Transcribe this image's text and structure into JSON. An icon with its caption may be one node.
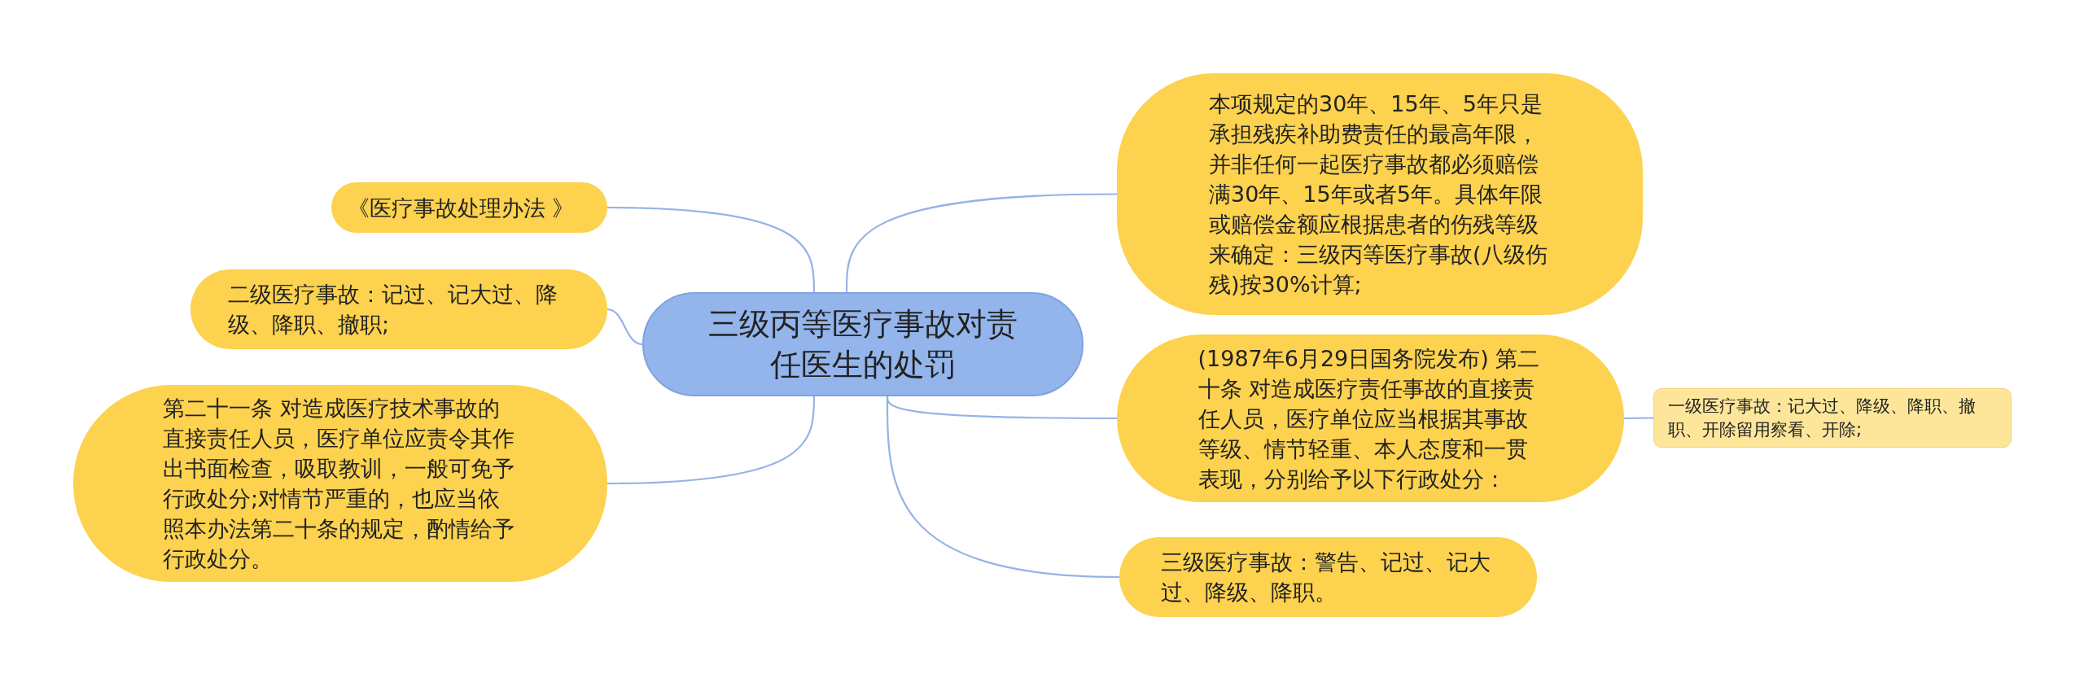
{
  "diagram": {
    "nodes": [
      {
        "text": [
          "三级丙等医疗事故对责任医生的处罚"
        ]
      },
      {
        "text": [
          "《医疗事故处理办法 》"
        ]
      },
      {
        "text": [
          "二级医疗事故：记过、记大过、降级、降职、撤职;"
        ]
      },
      {
        "text": [
          "第二十一条 对造成医疗技术事故的直接责任人员，医疗单位应责令其作出书面检查，吸取教训，一般可免予行政处分;对情节严重的，也应当依照本办法第二十条的规定，酌情给予行政处分。"
        ]
      },
      {
        "text": [
          "本项规定的30年、15年、5年只是承担残疾补助费责任的最高年限，并非任何一起医疗事故都必须赔偿满30年、15年或者5年。具体年限或赔偿金额应根据患者的伤残等级来确定：三级丙等医疗事故(八级伤残)按30%计算;"
        ]
      },
      {
        "text": [
          "(1987年6月29日国务院发布) 第二十条 对造成医疗责任事故的直接责任人员，医疗单位应当根据其事故等级、情节轻重、本人态度和一贯表现，分别给予以下行政处分："
        ]
      },
      {
        "text": [
          "一级医疗事故：记大过、降级、降职、撤职、开除留用察看、开除;"
        ]
      },
      {
        "text": [
          "三级医疗事故：警告、记过、记大过、降级、降职。"
        ]
      }
    ],
    "edges": [
      {
        "from": 0,
        "to": 1,
        "arrow": "none"
      },
      {
        "from": 0,
        "to": 2,
        "arrow": "none"
      },
      {
        "from": 0,
        "to": 3,
        "arrow": "none"
      },
      {
        "from": 0,
        "to": 4,
        "arrow": "none"
      },
      {
        "from": 0,
        "to": 5,
        "arrow": "none"
      },
      {
        "from": 5,
        "to": 6,
        "arrow": "none"
      },
      {
        "from": 0,
        "to": 7,
        "arrow": "none"
      }
    ]
  }
}
